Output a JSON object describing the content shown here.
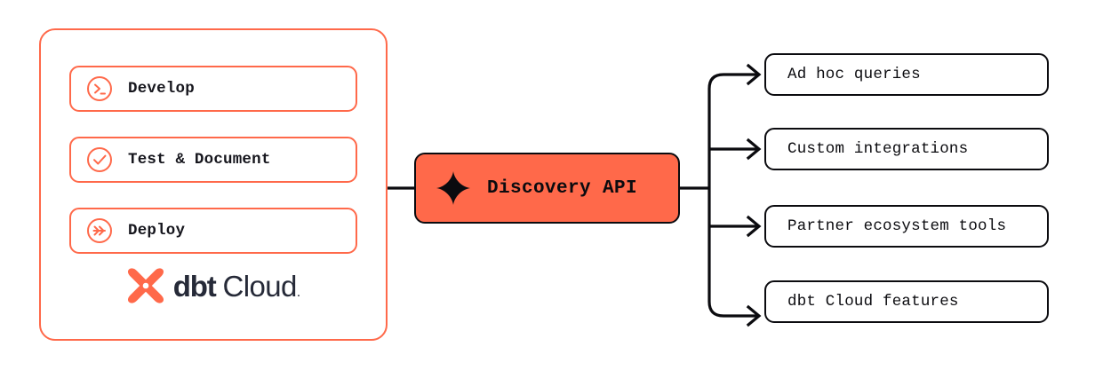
{
  "diagram": {
    "title": "dbt Cloud Discovery API",
    "colors": {
      "accent_orange": "#ff694a",
      "ink_black": "#0b0b0f",
      "logo_navy": "#262a38",
      "background": "#ffffff"
    }
  },
  "source": {
    "product_name_bold": "dbt",
    "product_name_light": "Cloud",
    "product_name_trailing_dot": ".",
    "stages": [
      {
        "label": "Develop",
        "icon": "terminal-prompt-icon"
      },
      {
        "label": "Test & Document",
        "icon": "check-circle-icon"
      },
      {
        "label": "Deploy",
        "icon": "double-chevron-right-icon"
      }
    ]
  },
  "api": {
    "label": "Discovery API",
    "icon": "sparkle-icon"
  },
  "consumers": [
    {
      "label": "Ad hoc queries"
    },
    {
      "label": "Custom integrations"
    },
    {
      "label": "Partner ecosystem tools"
    },
    {
      "label": "dbt Cloud features"
    }
  ]
}
